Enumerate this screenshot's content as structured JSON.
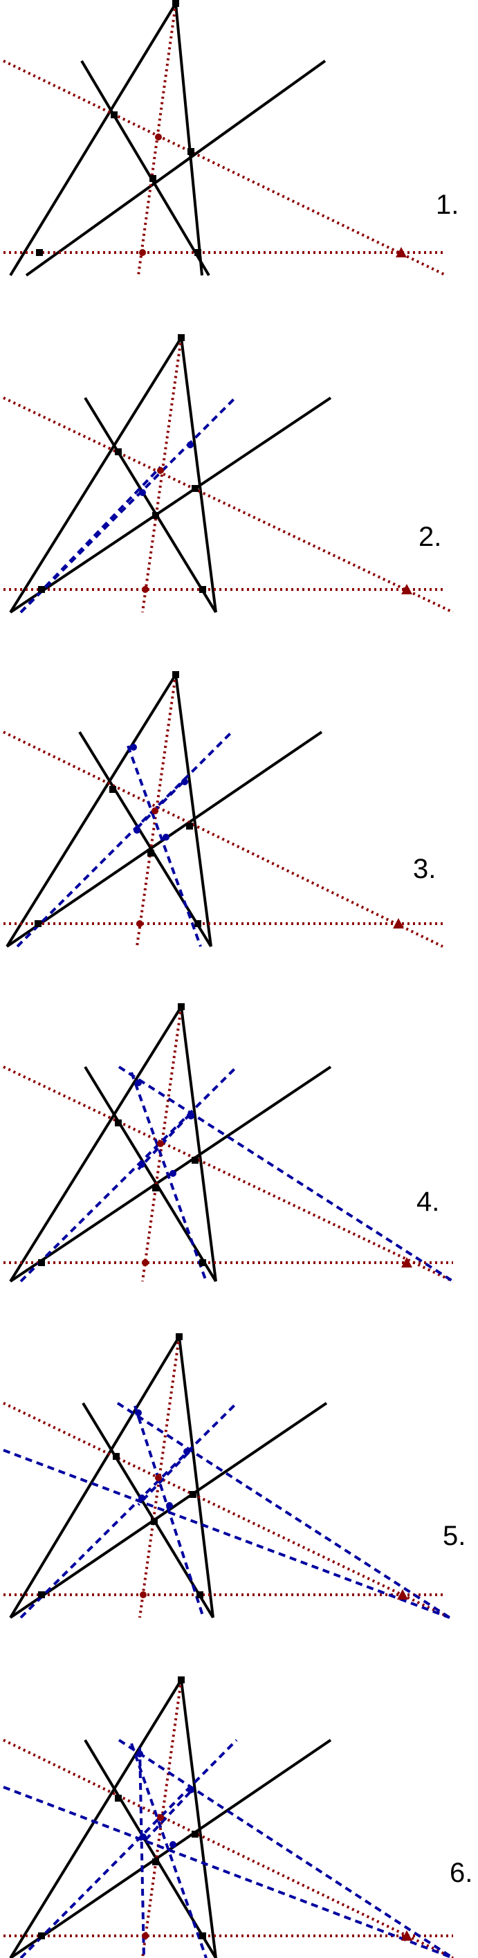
{
  "panels": [
    {
      "label": "1."
    },
    {
      "label": "2."
    },
    {
      "label": "3."
    },
    {
      "label": "4."
    },
    {
      "label": "5."
    },
    {
      "label": "6."
    }
  ],
  "colors": {
    "black_lines": "#000000",
    "red_dotted": "#8b0000",
    "blue_dashed": "#0000a0"
  }
}
